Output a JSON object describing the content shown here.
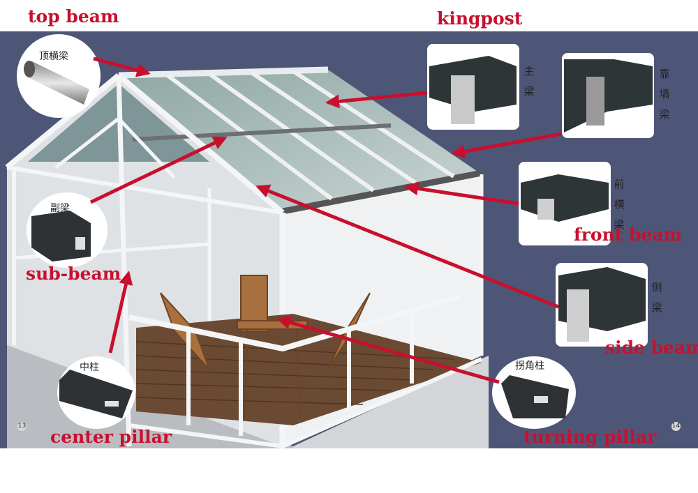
{
  "labels": {
    "top_beam": "top beam",
    "kingpost": "kingpost",
    "sub_beam": "sub-beam",
    "front_beam": "front beam",
    "side_beam": "side beam",
    "center_pillar": "center pillar",
    "turning_pillar": "turning pillar"
  },
  "chinese": {
    "top_beam": "顶横梁",
    "kingpost": "主梁",
    "wall_beam": "靠墙梁",
    "sub_beam": "副梁",
    "front_beam": "前横梁",
    "side_beam": "侧梁",
    "center_pillar": "中柱",
    "turning_pillar": "拐角柱"
  },
  "page_numbers": {
    "left": "13",
    "right": "14"
  },
  "colors": {
    "background": "#4e5677",
    "label": "#c8102e",
    "arrow": "#c8102e",
    "profile": "#3a3d3f"
  }
}
